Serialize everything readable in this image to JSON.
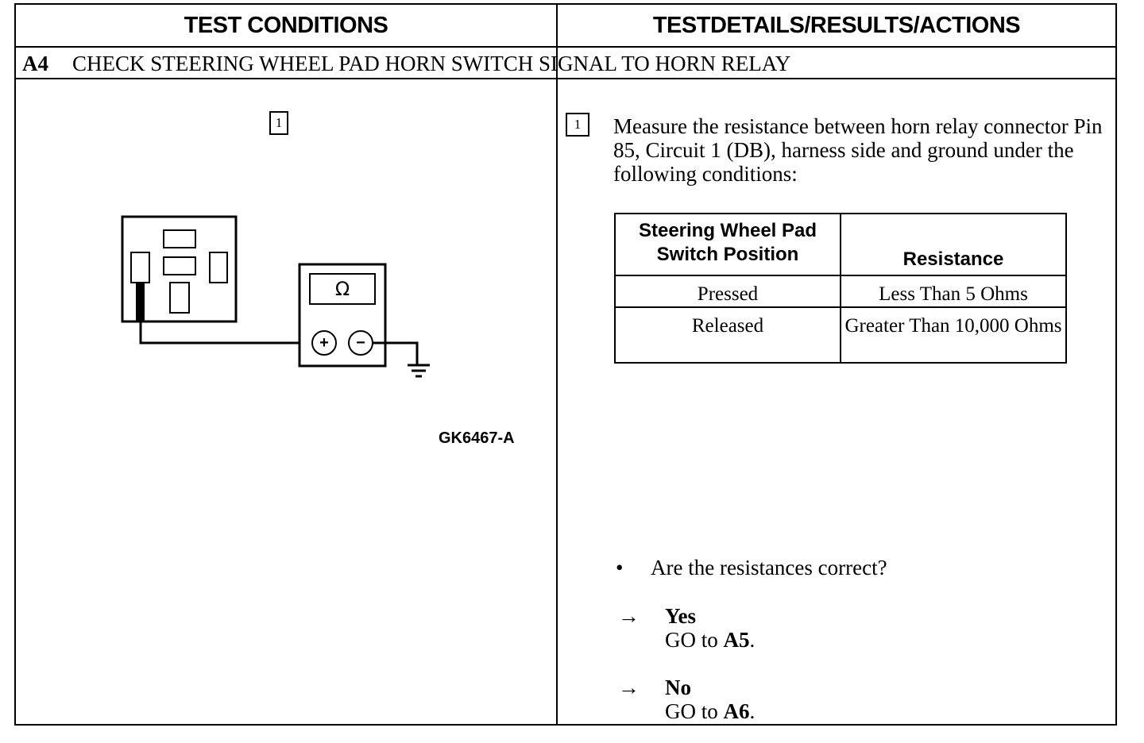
{
  "header": {
    "left": "TEST CONDITIONS",
    "right": "TESTDETAILS/RESULTS/ACTIONS"
  },
  "step": {
    "id": "A4",
    "title": "CHECK STEERING WHEEL PAD HORN SWITCH SIGNAL TO HORN RELAY"
  },
  "diagram": {
    "step_marker": "1",
    "meter_symbol": "Ω",
    "meter_plus": "+",
    "meter_minus": "−",
    "figure_id": "GK6467-A",
    "icons": [
      "connector-icon",
      "ohmmeter-icon",
      "ground-icon"
    ]
  },
  "details": {
    "step_marker": "1",
    "instruction": "Measure the resistance between horn relay connector Pin 85, Circuit 1 (DB), harness side and ground under the following conditions:",
    "table": {
      "headers": [
        "Steering Wheel Pad Switch Position",
        "Resistance"
      ],
      "rows": [
        [
          "Pressed",
          "Less Than 5 Ohms"
        ],
        [
          "Released",
          "Greater Than 10,000 Ohms"
        ]
      ]
    },
    "question_bullet": "•",
    "question": "Are the resistances correct?",
    "choices": [
      {
        "arrow": "→",
        "answer": "Yes",
        "action_prefix": "GO to ",
        "target": "A5",
        "suffix": "."
      },
      {
        "arrow": "→",
        "answer": "No",
        "action_prefix": "GO to ",
        "target": "A6",
        "suffix": "."
      }
    ]
  }
}
